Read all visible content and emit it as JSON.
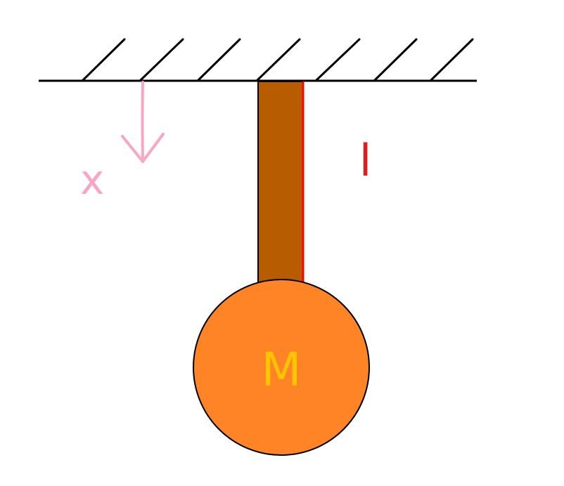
{
  "labels": {
    "displacement": "x",
    "length": "l",
    "mass": "M"
  },
  "colors": {
    "background": "#ffffff",
    "line": "#000000",
    "rod": "#b85c00",
    "length_marker": "#ff0000",
    "mass_fill": "#ff8426",
    "mass_label": "#ffc400",
    "displacement_arrow": "#f7a7c5",
    "length_label": "#e21b1b"
  },
  "icons": {
    "ceiling": "hatched-ceiling-icon",
    "displacement": "down-arrow-icon"
  }
}
